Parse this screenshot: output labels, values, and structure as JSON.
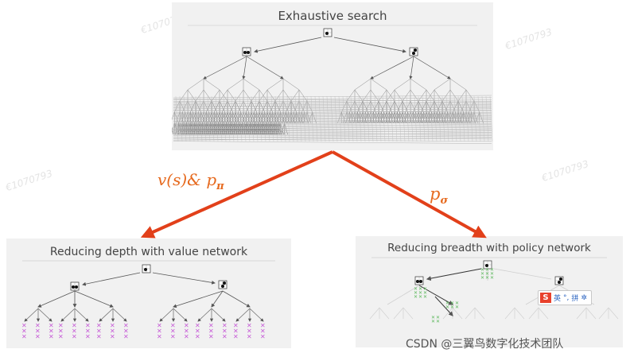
{
  "panels": {
    "top": {
      "title": "Exhaustive search"
    },
    "left": {
      "title": "Reducing depth with value network"
    },
    "right": {
      "title": "Reducing breadth with policy network"
    }
  },
  "arrows": {
    "left_formula": {
      "main": "v(s)& p",
      "sub": "π"
    },
    "right_formula": {
      "main": "p",
      "sub": "σ"
    }
  },
  "watermarks": [
    "€1070793",
    "€1070793",
    "€1070793",
    "€1070793"
  ],
  "credit": "CSDN @三翼鸟数字化技术团队",
  "ime_toolbar": {
    "logo": "S",
    "items": [
      "英",
      "°,",
      "拼",
      "✲"
    ]
  },
  "colors": {
    "arrow": "#e2401a",
    "formula": "#e66a1f",
    "panel_bg": "#f1f1f1",
    "tree_line": "#555555",
    "faded_line": "#cfcfcf",
    "value_leaf": "#c65ad6",
    "policy_leaf": "#5cb85c"
  }
}
